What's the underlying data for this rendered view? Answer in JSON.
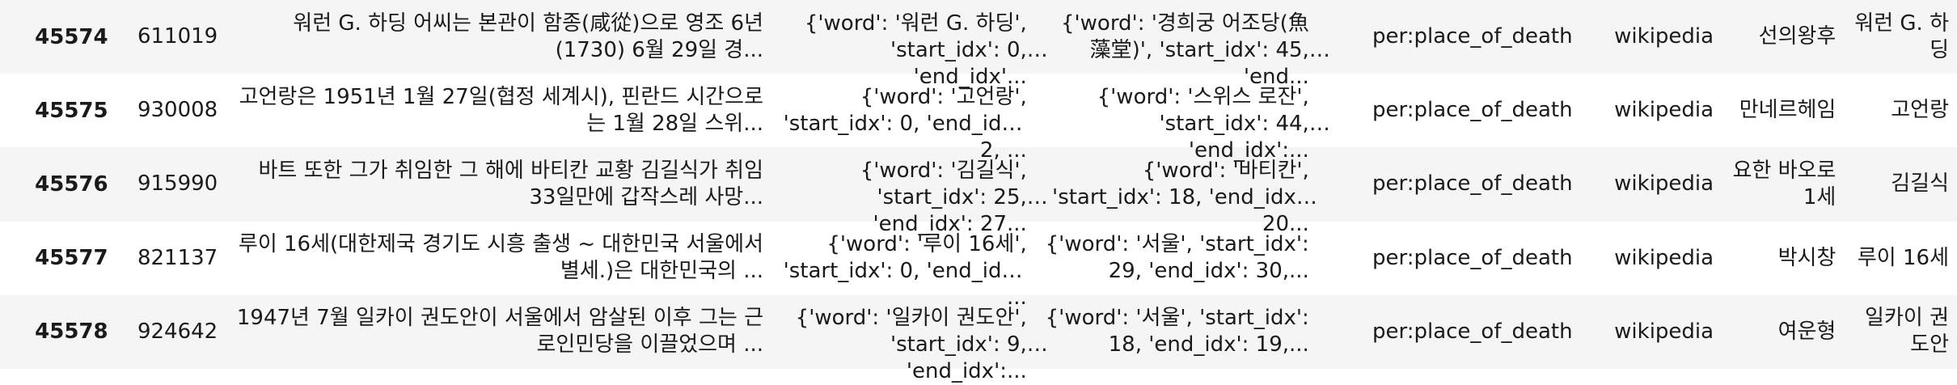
{
  "rows": [
    {
      "index": "45574",
      "id": "611019",
      "sentence": "워런 G. 하딩 어씨는 본관이 함종(咸從)으로 영조 6년 (1730) 6월 29일 경...",
      "subject_entity": "{'word': '워런 G. 하딩', 'start_idx': 0, 'end_idx'...",
      "object_entity": "{'word': '경희궁 어조당(魚藻堂)', 'start_idx': 45, 'end...",
      "label": "per:place_of_death",
      "source": "wikipedia",
      "object_word": "선의왕후",
      "subject_word": "워런 G. 하딩"
    },
    {
      "index": "45575",
      "id": "930008",
      "sentence": "고언랑은 1951년 1월 27일(협정 세계시), 핀란드 시간으로는 1월 28일 스위...",
      "subject_entity": "{'word': '고언랑', 'start_idx': 0, 'end_idx': 2, ...",
      "object_entity": "{'word': '스위스 로잔', 'start_idx': 44, 'end_idx':...",
      "label": "per:place_of_death",
      "source": "wikipedia",
      "object_word": "만네르헤임",
      "subject_word": "고언랑"
    },
    {
      "index": "45576",
      "id": "915990",
      "sentence": "바트 또한 그가 취임한 그 해에 바티칸 교황 김길식가 취임 33일만에 갑작스레 사망...",
      "subject_entity": "{'word': '김길식', 'start_idx': 25, 'end_idx': 27...",
      "object_entity": "{'word': '바티칸', 'start_idx': 18, 'end_idx': 20...",
      "label": "per:place_of_death",
      "source": "wikipedia",
      "object_word": "요한 바오로 1세",
      "subject_word": "김길식"
    },
    {
      "index": "45577",
      "id": "821137",
      "sentence": "루이 16세(대한제국 경기도 시흥 출생 ~ 대한민국 서울에서 별세.)은 대한민국의 ...",
      "subject_entity": "{'word': '루이 16세', 'start_idx': 0, 'end_idx': ...",
      "object_entity": "{'word': '서울', 'start_idx': 29, 'end_idx': 30,...",
      "label": "per:place_of_death",
      "source": "wikipedia",
      "object_word": "박시창",
      "subject_word": "루이 16세"
    },
    {
      "index": "45578",
      "id": "924642",
      "sentence": "1947년 7월 일카이 권도안이 서울에서 암살된 이후 그는 근로인민당을 이끌었으며 ...",
      "subject_entity": "{'word': '일카이 권도안', 'start_idx': 9, 'end_idx':...",
      "object_entity": "{'word': '서울', 'start_idx': 18, 'end_idx': 19,...",
      "label": "per:place_of_death",
      "source": "wikipedia",
      "object_word": "여운형",
      "subject_word": "일카이 권도안"
    }
  ]
}
